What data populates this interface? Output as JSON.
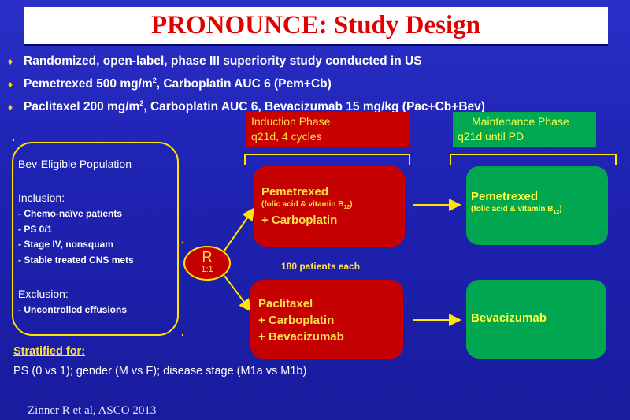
{
  "title": "PRONOUNCE: Study Design",
  "bullets": [
    {
      "main": "Randomized, open-label, phase III superiority study conducted in US",
      "sup": "",
      "rest": ""
    },
    {
      "main": "Pemetrexed  500 mg/m",
      "sup": "2",
      "rest": ", Carboplatin AUC 6 (Pem+Cb)"
    },
    {
      "main": "Paclitaxel 200 mg/m",
      "sup": "2",
      "rest": ", Carboplatin AUC 6, Bevacizumab 15 mg/kg (Pac+Cb+Bev)"
    }
  ],
  "phases": {
    "induction": {
      "line1": "Induction Phase",
      "line2": "q21d, 4 cycles"
    },
    "maintenance": {
      "line1": "Maintenance Phase",
      "line2": "q21d until PD"
    }
  },
  "population": {
    "heading": "Bev-Eligible Population",
    "inclusion_label": "Inclusion:",
    "inclusion": [
      "- Chemo-naïve patients",
      "- PS 0/1",
      "- Stage  IV, nonsquam",
      "- Stable treated CNS mets"
    ],
    "exclusion_label": "Exclusion:",
    "exclusion": [
      "- Uncontrolled effusions"
    ]
  },
  "randomization": {
    "letter": "R",
    "ratio": "1:1"
  },
  "patients_each": "180 patients each",
  "arm_a": {
    "drug": "Pemetrexed",
    "note_pre": "(folic acid & vitamin B",
    "note_sub": "12",
    "note_post": ")",
    "plus": "+ Carboplatin"
  },
  "arm_b": {
    "line1": "Paclitaxel",
    "line2": "+ Carboplatin",
    "line3": "+ Bevacizumab"
  },
  "maint_a": {
    "drug": "Pemetrexed",
    "note_pre": "(folic acid & vitamin B",
    "note_sub": "12",
    "note_post": ")"
  },
  "maint_b": {
    "drug": "Bevacizumab"
  },
  "stratified": {
    "title": "Stratified for:",
    "text": "PS (0 vs 1); gender (M vs F); disease stage (M1a vs M1b)"
  },
  "citation": "Zinner R et al, ASCO 2013",
  "colors": {
    "background": "#1e22b0",
    "title": "#e00000",
    "accent_yellow": "#ffe14a",
    "induction_red": "#c40000",
    "maintenance_green": "#00a650"
  }
}
